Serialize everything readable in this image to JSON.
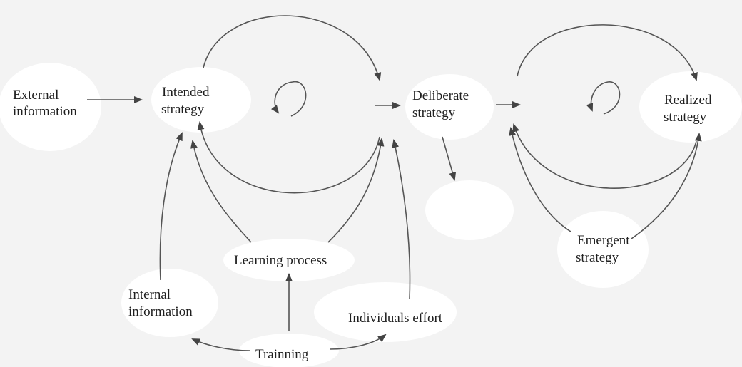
{
  "nodes": {
    "external_information": {
      "lines": [
        "External",
        "information"
      ]
    },
    "intended_strategy": {
      "lines": [
        "Intended",
        "strategy"
      ]
    },
    "deliberate_strategy": {
      "lines": [
        "Deliberate",
        "strategy"
      ]
    },
    "realized_strategy": {
      "lines": [
        "Realized",
        "strategy"
      ]
    },
    "learning_process": {
      "lines": [
        "Learning process"
      ]
    },
    "internal_information": {
      "lines": [
        "Internal",
        "information"
      ]
    },
    "individuals_effort": {
      "lines": [
        "Individuals effort"
      ]
    },
    "trainning": {
      "lines": [
        "Trainning"
      ]
    },
    "emergent_strategy": {
      "lines": [
        "Emergent",
        "strategy"
      ]
    }
  },
  "colors": {
    "background": "#f3f3f3",
    "node_fill": "#ffffff",
    "arrow": "#555555",
    "text": "#1f1f1f"
  }
}
